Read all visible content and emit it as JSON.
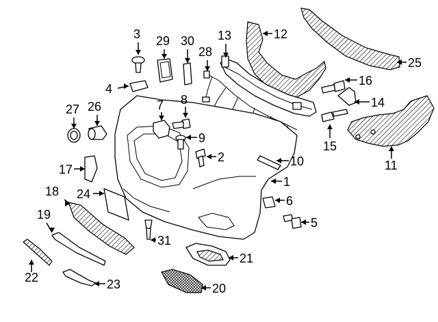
{
  "callouts": [
    {
      "id": "1",
      "name": "bumper-cover"
    },
    {
      "id": "2",
      "name": "screw"
    },
    {
      "id": "3",
      "name": "screw"
    },
    {
      "id": "4",
      "name": "nut"
    },
    {
      "id": "5",
      "name": "bolt"
    },
    {
      "id": "6",
      "name": "clip"
    },
    {
      "id": "7",
      "name": "bracket"
    },
    {
      "id": "8",
      "name": "bolt"
    },
    {
      "id": "9",
      "name": "stud"
    },
    {
      "id": "10",
      "name": "strip"
    },
    {
      "id": "11",
      "name": "bracket"
    },
    {
      "id": "12",
      "name": "absorber"
    },
    {
      "id": "13",
      "name": "reinforcement-bar"
    },
    {
      "id": "14",
      "name": "bracket"
    },
    {
      "id": "15",
      "name": "bolt"
    },
    {
      "id": "16",
      "name": "bolt"
    },
    {
      "id": "17",
      "name": "bracket"
    },
    {
      "id": "18",
      "name": "grille"
    },
    {
      "id": "19",
      "name": "molding"
    },
    {
      "id": "20",
      "name": "fog-lamp-grille"
    },
    {
      "id": "21",
      "name": "fog-lamp-bezel"
    },
    {
      "id": "22",
      "name": "molding"
    },
    {
      "id": "23",
      "name": "molding"
    },
    {
      "id": "24",
      "name": "license-bracket"
    },
    {
      "id": "25",
      "name": "upper-absorber"
    },
    {
      "id": "26",
      "name": "park-sensor"
    },
    {
      "id": "27",
      "name": "sensor-ring"
    },
    {
      "id": "28",
      "name": "wire-harness"
    },
    {
      "id": "29",
      "name": "control-module"
    },
    {
      "id": "30",
      "name": "bracket"
    },
    {
      "id": "31",
      "name": "temperature-sensor"
    }
  ]
}
